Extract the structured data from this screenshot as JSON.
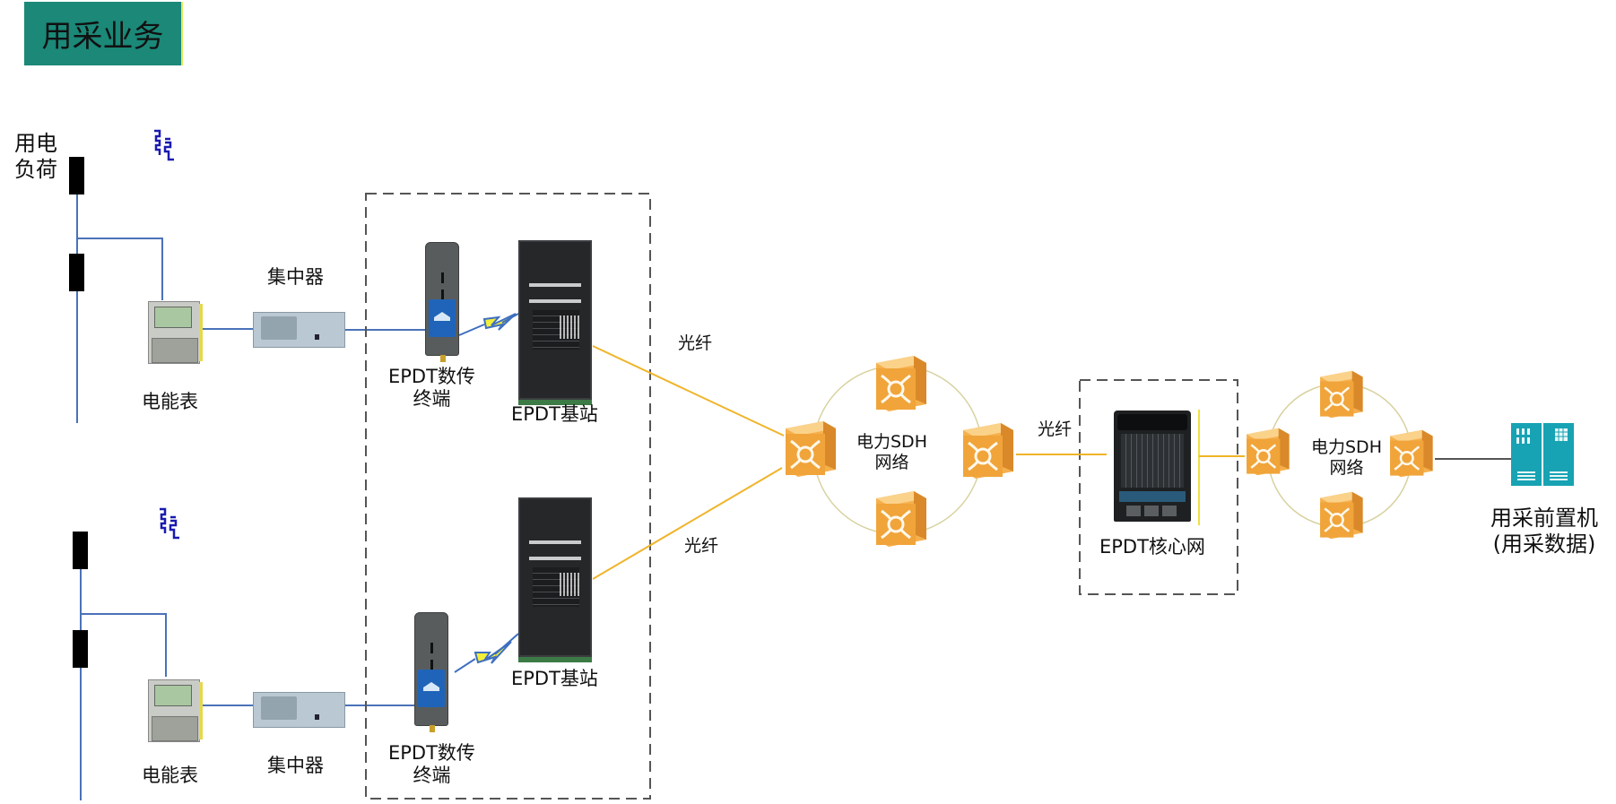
{
  "title": "用采业务",
  "colors": {
    "title_bg": "#1b8878",
    "power_line": "#4a72b8",
    "fiber_line": "#f0b429",
    "sdh_ring": "#d8d2a0",
    "sdh_node": "#f0a43a",
    "server": "#17a3b3",
    "dashed_box": "#555555",
    "transformer": "#1a1ab0"
  },
  "labels": {
    "load": [
      "用电",
      "负荷"
    ],
    "meter_top": "电能表",
    "concentrator_top": "集中器",
    "terminal_top": [
      "EPDT数传",
      "终端"
    ],
    "base_station_top": "EPDT基站",
    "meter_bottom": "电能表",
    "concentrator_bottom": "集中器",
    "terminal_bottom": [
      "EPDT数传",
      "终端"
    ],
    "base_station_bottom": "EPDT基站",
    "fiber_top": "光纤",
    "fiber_bottom": "光纤",
    "fiber_core": "光纤",
    "sdh_left": [
      "电力SDH",
      "网络"
    ],
    "core_network": "EPDT核心网",
    "sdh_right": [
      "电力SDH",
      "网络"
    ],
    "front_end": [
      "用采前置机",
      "(用采数据)"
    ]
  },
  "icons": {
    "transformer": "transformer-icon",
    "wireless": "lightning-icon",
    "sdh_node": "sdh-switch-icon",
    "server": "server-cabinet-icon"
  }
}
